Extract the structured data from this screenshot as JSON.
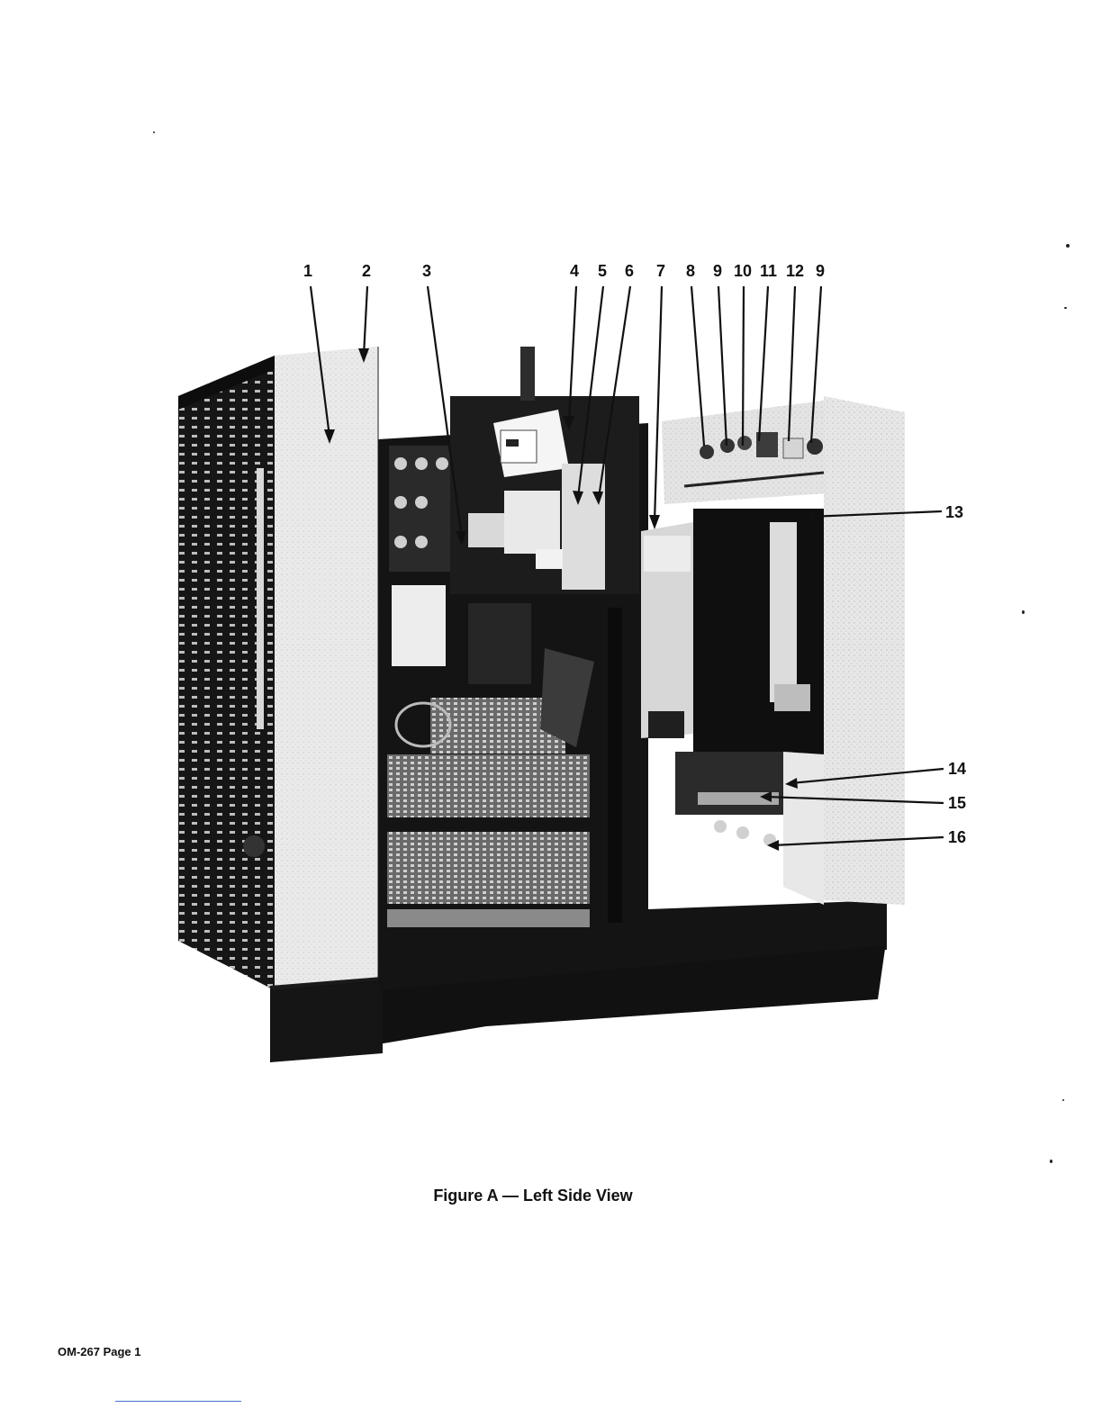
{
  "figure": {
    "caption": "Figure A — Left Side View",
    "callouts": [
      "1",
      "2",
      "3",
      "4",
      "5",
      "6",
      "7",
      "8",
      "9",
      "10",
      "11",
      "12",
      "9",
      "13",
      "14",
      "15",
      "16"
    ]
  },
  "footer": {
    "page_label": "OM-267 Page 1"
  }
}
